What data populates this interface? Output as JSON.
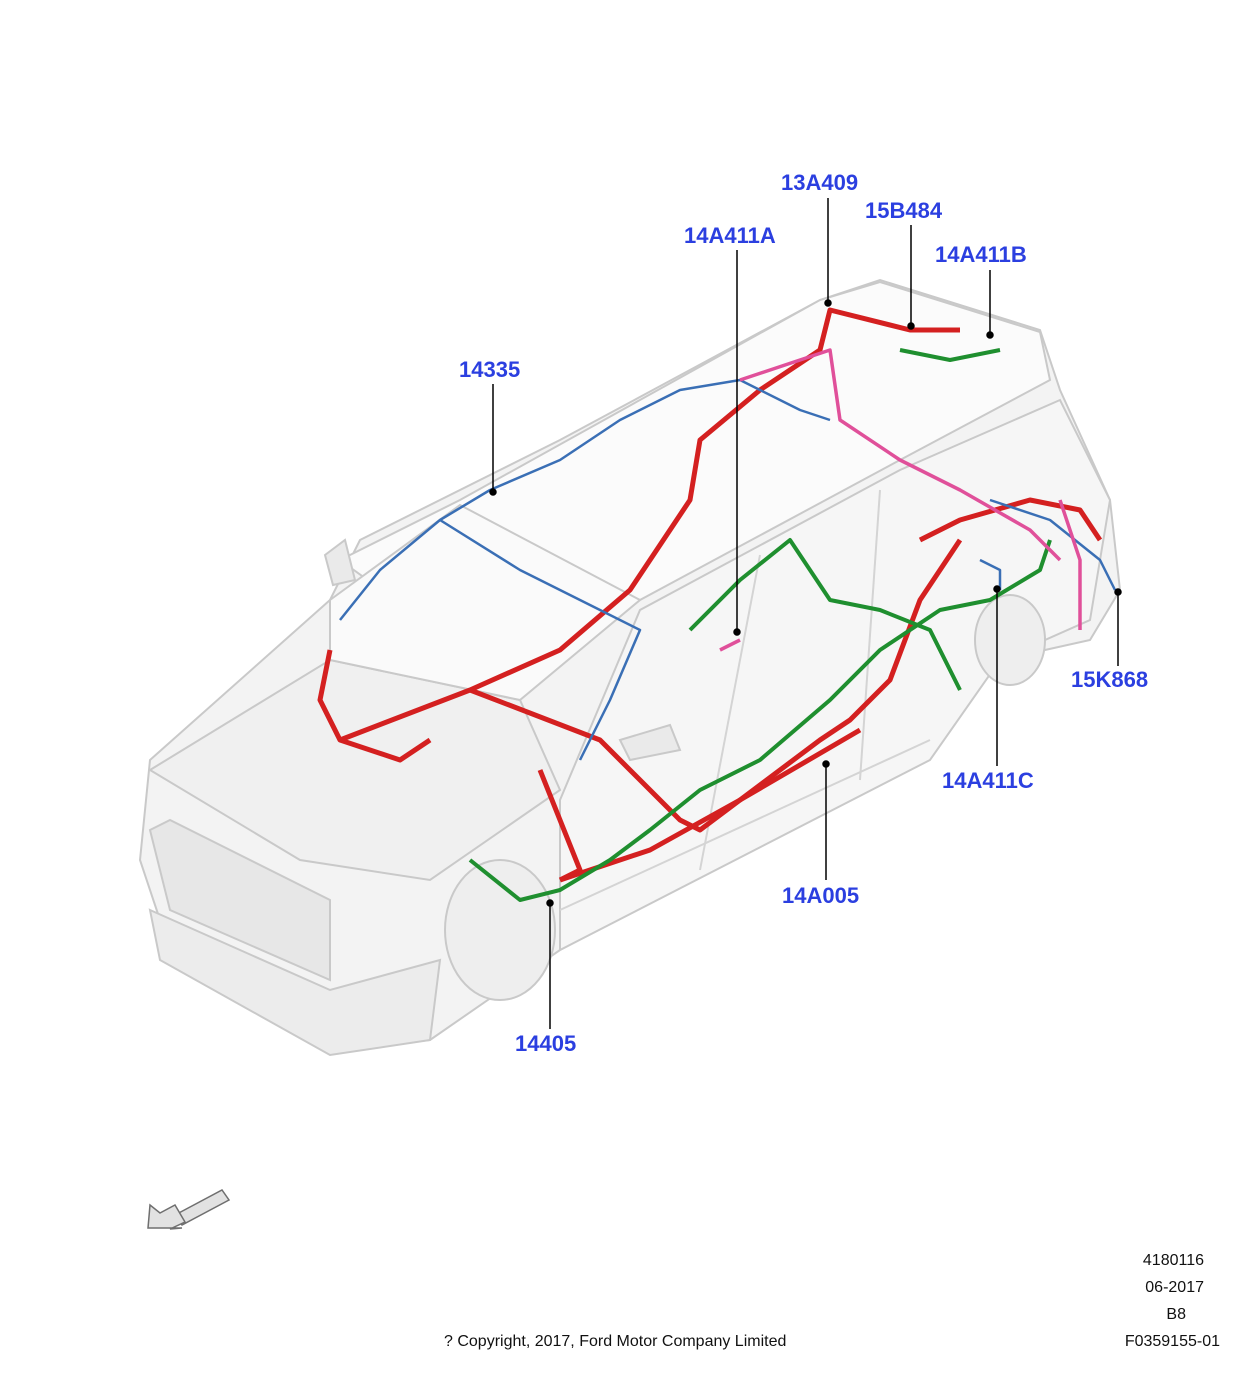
{
  "callouts": [
    {
      "id": "13A409",
      "label": "13A409"
    },
    {
      "id": "15B484",
      "label": "15B484"
    },
    {
      "id": "14A411A",
      "label": "14A411A"
    },
    {
      "id": "14A411B",
      "label": "14A411B"
    },
    {
      "id": "14335",
      "label": "14335"
    },
    {
      "id": "15K868",
      "label": "15K868"
    },
    {
      "id": "14A411C",
      "label": "14A411C"
    },
    {
      "id": "14A005",
      "label": "14A005"
    },
    {
      "id": "14405",
      "label": "14405"
    }
  ],
  "footer": {
    "part_number": "4180116",
    "date": "06-2017",
    "revision": "B8",
    "figure_id": "F0359155-01",
    "copyright": "? Copyright, 2017, Ford Motor Company Limited"
  },
  "colors": {
    "callout_text": "#2b3fe0",
    "harness_red": "#d42020",
    "harness_green": "#1f8f2f",
    "harness_blue": "#3a6fb5",
    "harness_pink": "#e0509a",
    "body_outline": "#c8c8c8"
  },
  "icons": {
    "direction_arrow": "arrow-down-left-icon"
  }
}
